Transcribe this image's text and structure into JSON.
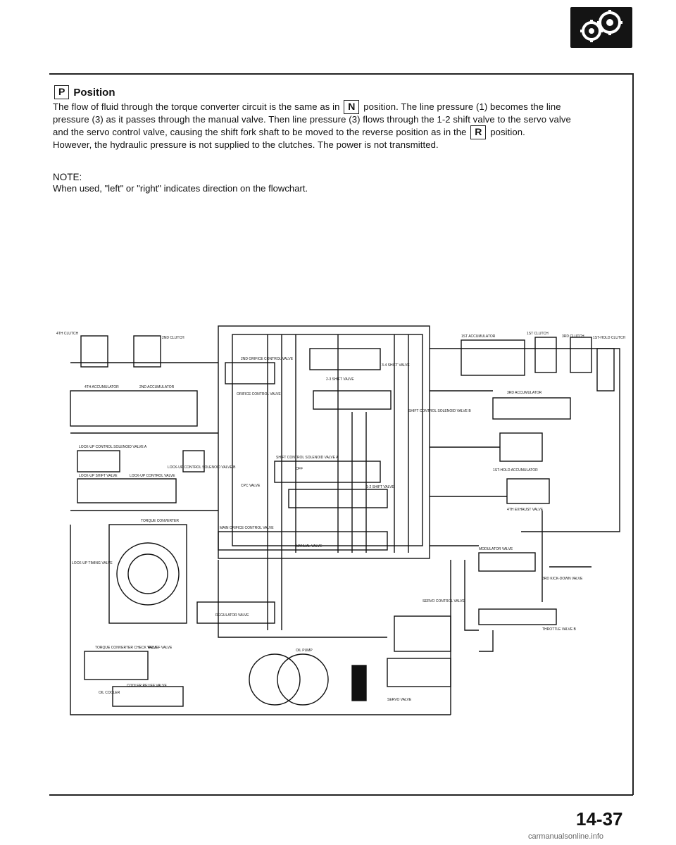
{
  "heading": {
    "key": "P",
    "title": "Position"
  },
  "body": {
    "line1_a": "The flow of fluid through the torque converter circuit is the same as in",
    "line1_key": "N",
    "line1_b": "position. The line pressure (1) becomes the line",
    "line2": "pressure (3) as it passes through the manual valve. Then line pressure (3) flows through the 1-2 shift valve to the servo valve",
    "line3_a": "and the servo control valve, causing the shift fork shaft to be moved to the reverse position as in the",
    "line3_key": "R",
    "line3_b": "position.",
    "line4": "However, the hydraulic pressure is not supplied to the clutches. The power is not transmitted."
  },
  "note": {
    "label": "NOTE:",
    "text": "When used, \"left\" or \"right\" indicates direction on the flowchart."
  },
  "diagram_labels": {
    "clutch4": "4TH CLUTCH",
    "clutch2": "2ND CLUTCH",
    "orifice2": "2ND ORIFICE CONTROL VALVE",
    "accum4": "4TH ACCUMULATOR",
    "accum2": "2ND ACCUMULATOR",
    "orifice_ctrl": "ORIFICE CONTROL VALVE",
    "shift23": "2-3 SHIFT VALVE",
    "shift34": "3-4 SHIFT VALVE",
    "accum1": "1ST ACCUMULATOR",
    "clutch1": "1ST CLUTCH",
    "clutch3": "3RD CLUTCH",
    "clutch1hold": "1ST-HOLD CLUTCH",
    "accum3": "3RD ACCUMULATOR",
    "sol_b": "SHIFT CONTROL SOLENOID VALVE B",
    "lockup_sol_a": "LOCK-UP CONTROL SOLENOID VALVE A",
    "lockup_sol_b": "LOCK-UP CONTROL SOLENOID VALVE B",
    "lockup_shift": "LOCK-UP SHIFT VALVE",
    "lockup_ctrl": "LOCK-UP CONTROL VALVE",
    "sol_a": "SHIFT CONTROL SOLENOID VALVE A",
    "off": "OFF",
    "cpc": "CPC VALVE",
    "shift12": "1-2 SHIFT VALVE",
    "accum1hold": "1ST-HOLD ACCUMULATOR",
    "exhaust4": "4TH EXHAUST VALVE",
    "main_orifice": "MAIN ORIFICE CONTROL VALVE",
    "torque_conv": "TORQUE CONVERTER",
    "manual": "MANUAL VALVE",
    "modulator": "MODULATOR VALVE",
    "kickdown": "3RD KICK-DOWN VALVE",
    "lockup_timing": "LOCK-UP TIMING VALVE",
    "regulator": "REGULATOR VALVE",
    "servo_ctrl": "SERVO CONTROL VALVE",
    "throttle_b": "THROTTLE VALVE B",
    "tc_check": "TORQUE CONVERTER CHECK VALVE",
    "relief": "RELIEF VALVE",
    "oil_pump": "OIL PUMP",
    "cooler_relief": "COOLER RELIEF VALVE",
    "oil_cooler": "OIL COOLER",
    "servo": "SERVO VALVE"
  },
  "page_number": "14-37",
  "watermark": "carmanualsonline.info"
}
